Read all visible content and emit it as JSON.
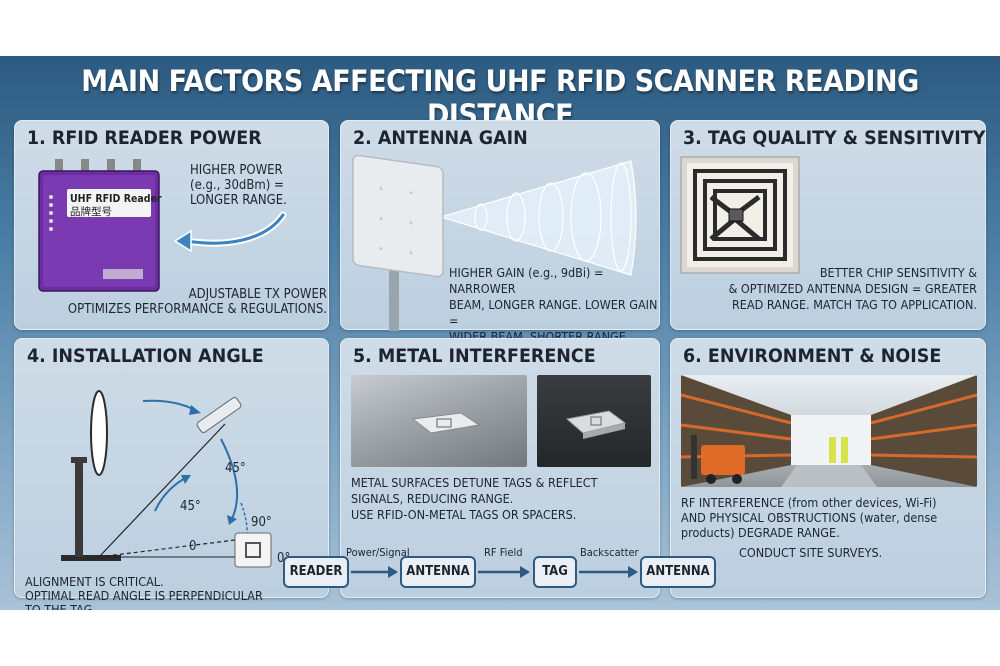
{
  "title": "MAIN FACTORS AFFECTING UHF RFID SCANNER READING DISTANCE",
  "panel1": {
    "title": "1. RFID READER POWER",
    "device_label_1": "UHF RFID Reader",
    "device_label_2": "品牌型号",
    "callout": "HIGHER POWER\n(e.g., 30dBm) =\nLONGER RANGE.",
    "caption": "ADJUSTABLE TX POWER\nOPTIMIZES PERFORMANCE & REGULATIONS."
  },
  "panel2": {
    "title": "2. ANTENNA GAIN",
    "caption": "HIGHER GAIN (e.g., 9dBi) = NARROWER\nBEAM, LONGER RANGE. LOWER GAIN =\nWIDER BEAM, SHORTER RANGE."
  },
  "panel3": {
    "title": "3. TAG QUALITY & SENSITIVITY",
    "caption": "BETTER CHIP SENSITIVITY &\n& OPTIMIZED ANTENNA DESIGN = GREATER\nREAD RANGE. MATCH TAG TO APPLICATION."
  },
  "panel4": {
    "title": "4. INSTALLATION ANGLE",
    "angle_top": "45°",
    "angle_mid": "45°",
    "angle_right": "90°",
    "angle_zero": "0",
    "angle_tag": "0°",
    "caption": "ALIGNMENT IS CRITICAL.\nOPTIMAL READ ANGLE IS PERPENDICULAR\nTO THE TAG.\nAVOID POLARIZATION MISMATCH."
  },
  "panel5": {
    "title": "5. METAL INTERFERENCE",
    "caption": "METAL SURFACES DETUNE TAGS & REFLECT\nSIGNALS, REDUCING RANGE.\nUSE RFID-ON-METAL TAGS OR SPACERS."
  },
  "panel6": {
    "title": "6. ENVIRONMENT & NOISE",
    "caption": "RF INTERFERENCE (from other devices, Wi-Fi)\nAND PHYSICAL OBSTRUCTIONS (water, dense\nproducts) DEGRADE RANGE.",
    "caption2": "CONDUCT SITE SURVEYS."
  },
  "flow": {
    "nodes": [
      "READER",
      "ANTENNA",
      "TAG",
      "ANTENNA"
    ],
    "links": [
      "Power/Signal",
      "RF Field",
      "Backscatter"
    ]
  },
  "colors": {
    "reader_purple": "#6a2ea0",
    "arrow_blue": "#2d5a82",
    "panel_bg": "#c7d7e5"
  }
}
